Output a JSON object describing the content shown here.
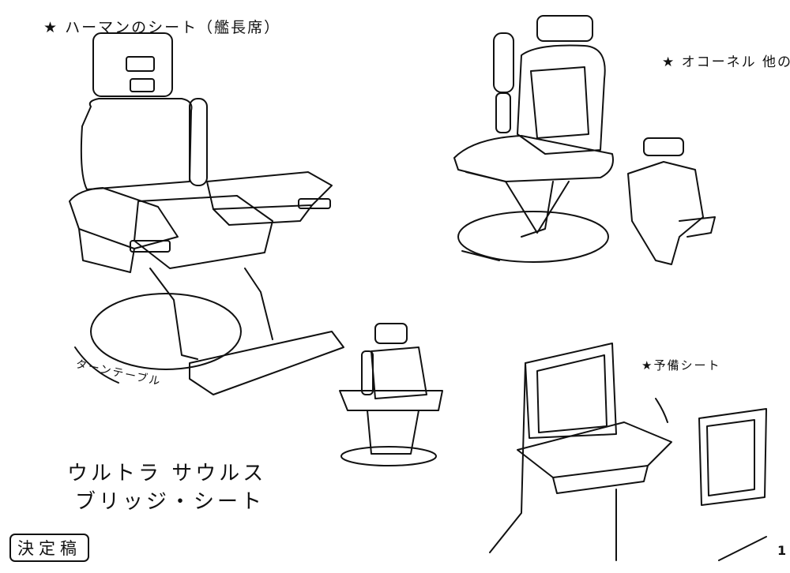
{
  "labels": {
    "captain_seat": "★ ハーマンのシート（艦長席）",
    "other_seat": "★ オコーネル 他のシ",
    "turntable": "ターンテーブル",
    "spare_seat": "★予備シート"
  },
  "title": {
    "line1": "ウルトラ サウルス",
    "line2": "ブリッジ・シート"
  },
  "stamp": "決定稿",
  "page_number": "1"
}
